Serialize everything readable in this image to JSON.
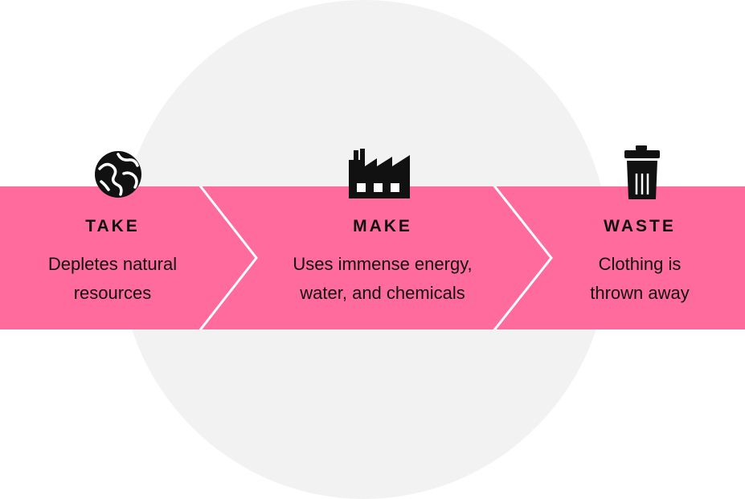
{
  "colors": {
    "band": "#ff6b9d",
    "circle": "#f2f2f2",
    "text": "#111111",
    "separator": "#ffffff"
  },
  "stages": [
    {
      "title": "TAKE",
      "lines": [
        "Depletes natural",
        "resources"
      ],
      "icon": "globe-icon"
    },
    {
      "title": "MAKE",
      "lines": [
        "Uses immense energy,",
        "water, and chemicals"
      ],
      "icon": "factory-icon"
    },
    {
      "title": "WASTE",
      "lines": [
        "Clothing is",
        "thrown away"
      ],
      "icon": "trash-can-icon"
    }
  ]
}
